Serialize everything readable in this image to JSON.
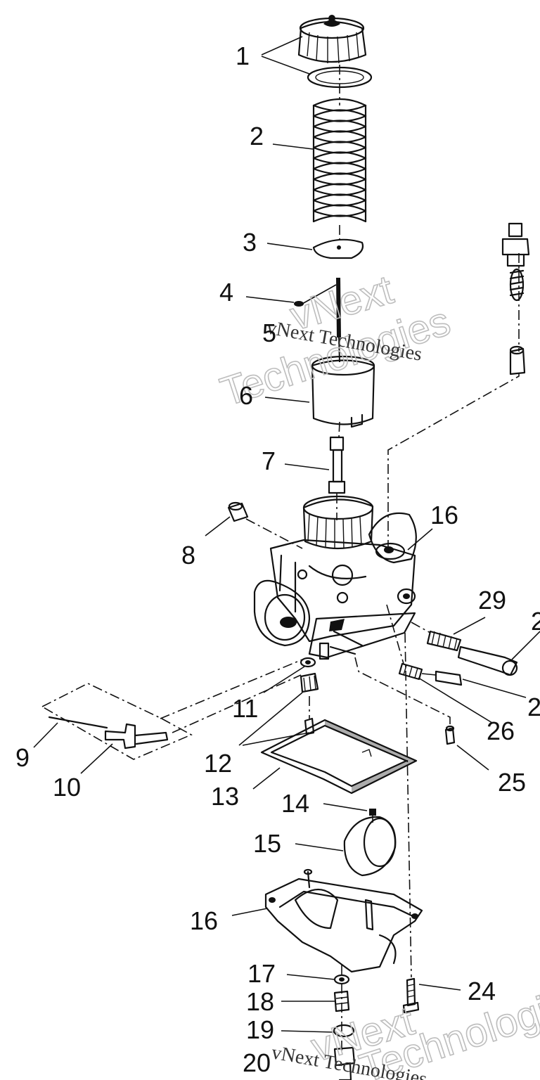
{
  "diagram": {
    "callouts": [
      {
        "id": "c1",
        "text": "1"
      },
      {
        "id": "c2",
        "text": "2"
      },
      {
        "id": "c3",
        "text": "3"
      },
      {
        "id": "c4",
        "text": "4"
      },
      {
        "id": "c5",
        "text": "5"
      },
      {
        "id": "c6",
        "text": "6"
      },
      {
        "id": "c7",
        "text": "7"
      },
      {
        "id": "c8",
        "text": "8"
      },
      {
        "id": "c16a",
        "text": "16"
      },
      {
        "id": "c29",
        "text": "29"
      },
      {
        "id": "c2r",
        "text": "2"
      },
      {
        "id": "c2r2",
        "text": "2"
      },
      {
        "id": "c26",
        "text": "26"
      },
      {
        "id": "c11",
        "text": "11"
      },
      {
        "id": "c12",
        "text": "12"
      },
      {
        "id": "c9",
        "text": "9"
      },
      {
        "id": "c10",
        "text": "10"
      },
      {
        "id": "c13",
        "text": "13"
      },
      {
        "id": "c25",
        "text": "25"
      },
      {
        "id": "c14",
        "text": "14"
      },
      {
        "id": "c15",
        "text": "15"
      },
      {
        "id": "c16b",
        "text": "16"
      },
      {
        "id": "c17",
        "text": "17"
      },
      {
        "id": "c18",
        "text": "18"
      },
      {
        "id": "c19",
        "text": "19"
      },
      {
        "id": "c20",
        "text": "20"
      },
      {
        "id": "c24",
        "text": "24"
      }
    ],
    "watermarks": [
      {
        "id": "w1",
        "text": "vNext"
      },
      {
        "id": "w2",
        "text": "Technologies"
      },
      {
        "id": "w3",
        "text": "vNext Technologies"
      },
      {
        "id": "w4",
        "text": "vNext"
      },
      {
        "id": "w5",
        "text": "Technologies"
      },
      {
        "id": "w6",
        "text": "vNext Technologies"
      }
    ]
  }
}
